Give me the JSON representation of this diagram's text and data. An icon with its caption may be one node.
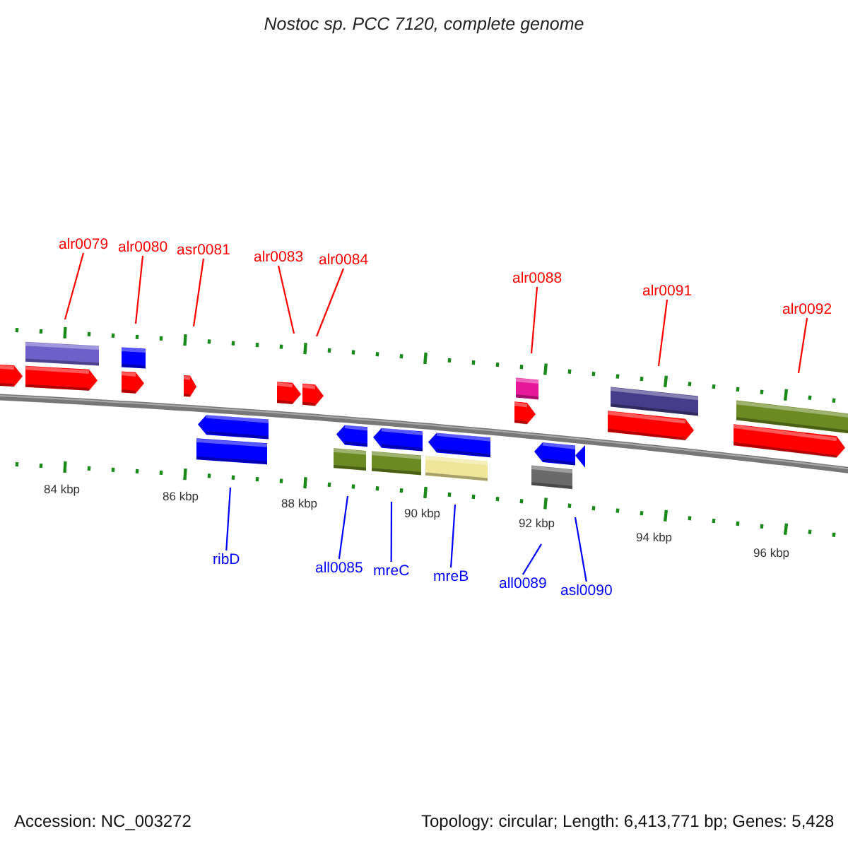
{
  "diagram": {
    "title": "Nostoc sp. PCC 7120, complete genome",
    "nodes": [
      {
        "text": [
          "alr0079"
        ]
      },
      {
        "text": [
          "alr0080"
        ]
      },
      {
        "text": [
          "asr0081"
        ]
      },
      {
        "text": [
          "alr0083"
        ]
      },
      {
        "text": [
          "alr0084"
        ]
      },
      {
        "text": [
          "alr0088"
        ]
      },
      {
        "text": [
          "alr0091"
        ]
      },
      {
        "text": [
          "alr0092"
        ]
      },
      {
        "text": [
          "ribD"
        ]
      },
      {
        "text": [
          "all0085"
        ]
      },
      {
        "text": [
          "mreC"
        ]
      },
      {
        "text": [
          "mreB"
        ]
      },
      {
        "text": [
          "all0089"
        ]
      },
      {
        "text": [
          "asl0090"
        ]
      }
    ],
    "edges": [
      {
        "from": 0,
        "to": null,
        "arrow": "none"
      },
      {
        "from": 1,
        "to": null,
        "arrow": "none"
      },
      {
        "from": 2,
        "to": null,
        "arrow": "none"
      },
      {
        "from": 3,
        "to": null,
        "arrow": "none"
      },
      {
        "from": 4,
        "to": null,
        "arrow": "none"
      },
      {
        "from": 5,
        "to": null,
        "arrow": "none"
      },
      {
        "from": 6,
        "to": null,
        "arrow": "none"
      },
      {
        "from": 7,
        "to": null,
        "arrow": "none"
      },
      {
        "from": 8,
        "to": null,
        "arrow": "none",
        "color": "#0000ff"
      },
      {
        "from": 9,
        "to": null,
        "arrow": "none",
        "color": "#0000ff"
      },
      {
        "from": 10,
        "to": null,
        "arrow": "none",
        "color": "#0000ff"
      },
      {
        "from": 11,
        "to": null,
        "arrow": "none",
        "color": "#0000ff"
      },
      {
        "from": 12,
        "to": null,
        "arrow": "none",
        "color": "#0000ff"
      },
      {
        "from": 13,
        "to": null,
        "arrow": "none",
        "color": "#0000ff"
      }
    ],
    "labels": [
      "84 kbp",
      "86 kbp",
      "88 kbp",
      "90 kbp",
      "92 kbp",
      "94 kbp",
      "96 kbp",
      "Accession: NC_003272",
      "Topology: circular; Length: 6,413,771 bp; Genes: 5,428"
    ]
  }
}
